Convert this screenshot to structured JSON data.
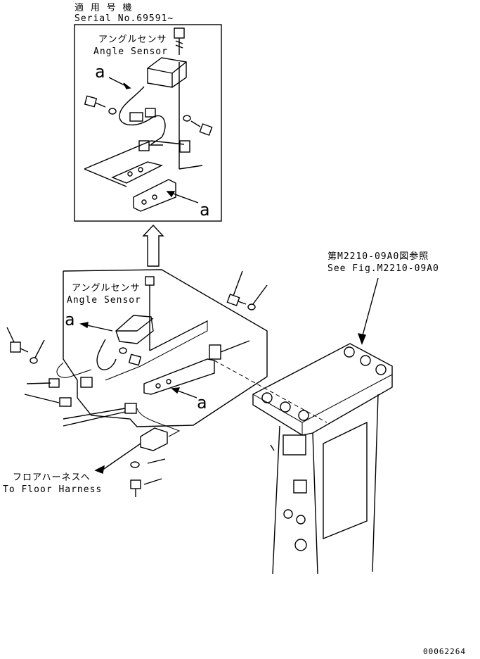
{
  "header": {
    "title_jp": "適 用 号 機",
    "serial": "Serial No.69591~"
  },
  "detail": {
    "sensor_label_jp": "アングルセンサ",
    "sensor_label_en": "Angle Sensor",
    "view_marker_top": "a",
    "view_marker_bottom": "a"
  },
  "main": {
    "sensor_label_jp": "アングルセンサ",
    "sensor_label_en": "Angle Sensor",
    "view_marker_left": "a",
    "view_marker_right": "a",
    "ref_label_jp": "第M2210-09A0図参照",
    "ref_label_en": "See Fig.M2210-09A0",
    "harness_label_jp": "フロアハーネスヘ",
    "harness_label_en": "To Floor Harness"
  },
  "footer": {
    "drawing_number": "00062264"
  }
}
